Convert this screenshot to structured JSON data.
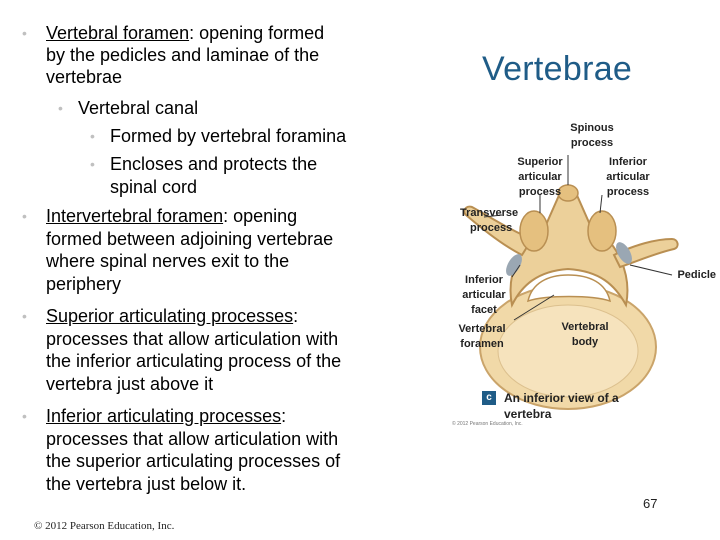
{
  "slide": {
    "title": "Vertebrae",
    "page_number": "67",
    "copyright": "© 2012 Pearson Education, Inc."
  },
  "bullets": {
    "b1_term": "Vertebral foramen",
    "b1_colon": ":  opening formed",
    "b1_l2": "by the pedicles and laminae of the",
    "b1_l3": "vertebrae",
    "b1_sub": "Vertebral canal",
    "b1_sub_a": "Formed by vertebral foramina",
    "b1_sub_b1": "Encloses and protects the",
    "b1_sub_b2": "spinal cord",
    "b2_term": "Intervertebral foramen",
    "b2_colon": ":  opening",
    "b2_l2": "formed between adjoining vertebrae",
    "b2_l3": "where spinal nerves exit to the",
    "b2_l4": "periphery",
    "b3_term": "Superior articulating processes",
    "b3_colon": ":",
    "b3_l2": "processes that allow articulation with",
    "b3_l3": "the inferior articulating process of the",
    "b3_l4": "vertebra just above it",
    "b4_term": "Inferior articulating processes",
    "b4_colon": ":",
    "b4_l2": "processes that allow articulation with",
    "b4_l3": "the superior articulating processes of",
    "b4_l4": "the vertebra just below it."
  },
  "figure": {
    "spinous_1": "Spinous",
    "spinous_2": "process",
    "sup_art_1": "Superior",
    "sup_art_2": "articular",
    "sup_art_3": "process",
    "inf_art_1": "Inferior",
    "inf_art_2": "articular",
    "inf_art_3": "process",
    "transverse_1": "Transverse",
    "transverse_2": "process",
    "inf_facet_1": "Inferior",
    "inf_facet_2": "articular",
    "inf_facet_3": "facet",
    "pedicle": "Pedicle",
    "vert_foramen_1": "Vertebral",
    "vert_foramen_2": "foramen",
    "vert_body_1": "Vertebral",
    "vert_body_2": "body",
    "caption_badge": "c",
    "caption_1": "An inferior view of a",
    "caption_2": "vertebra",
    "small_copyright": "© 2012 Pearson Education, Inc."
  },
  "colors": {
    "title": "#1f5c87",
    "bone": "#f1d9a8",
    "bone_dark": "#d9b578",
    "bullet": "#c0c0c0"
  }
}
